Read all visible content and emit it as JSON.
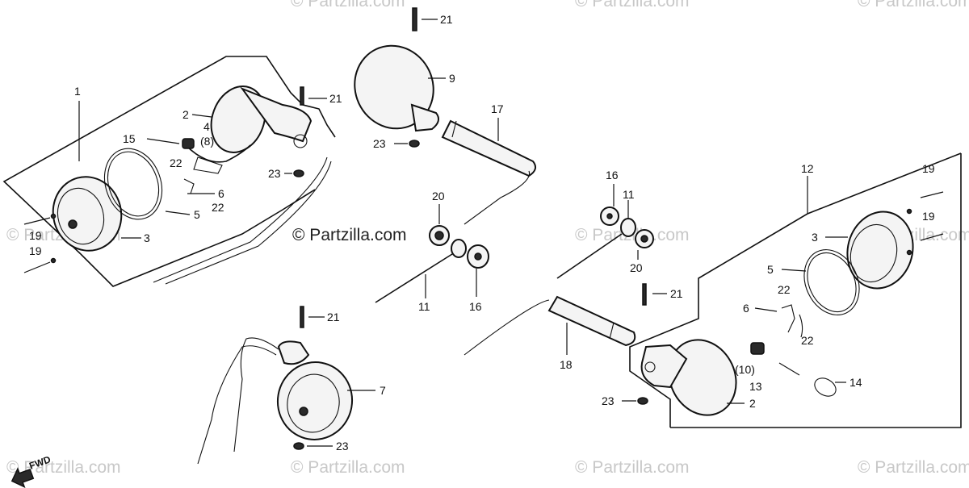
{
  "watermark": "© Partzilla.com",
  "fwd_label": "FWD",
  "callouts": {
    "c1": "1",
    "c2a": "2",
    "c4": "4",
    "c8": "(8)",
    "c15": "15",
    "c22a": "22",
    "c6a": "6",
    "c22b": "22",
    "c5a": "5",
    "c3a": "3",
    "c19a": "19",
    "c19b": "19",
    "c21a": "21",
    "c23a": "23",
    "c21top": "21",
    "c9": "9",
    "c17": "17",
    "c23b": "23",
    "c20a": "20",
    "c11a": "11",
    "c16a": "16",
    "c16b": "16",
    "c11b": "11",
    "c20b": "20",
    "c21b": "21",
    "c12": "12",
    "c19c": "19",
    "c19d": "19",
    "c3b": "3",
    "c5b": "5",
    "c22c": "22",
    "c6b": "6",
    "c22d": "22",
    "c10": "(10)",
    "c13": "13",
    "c14": "14",
    "c2b": "2",
    "c18": "18",
    "c23c": "23",
    "c21c": "21",
    "c7": "7",
    "c23d": "23"
  },
  "icons": [
    "screw-icon",
    "bulb-icon",
    "lens-icon",
    "gasket-icon",
    "nut-icon",
    "washer-icon",
    "arrow-icon"
  ]
}
